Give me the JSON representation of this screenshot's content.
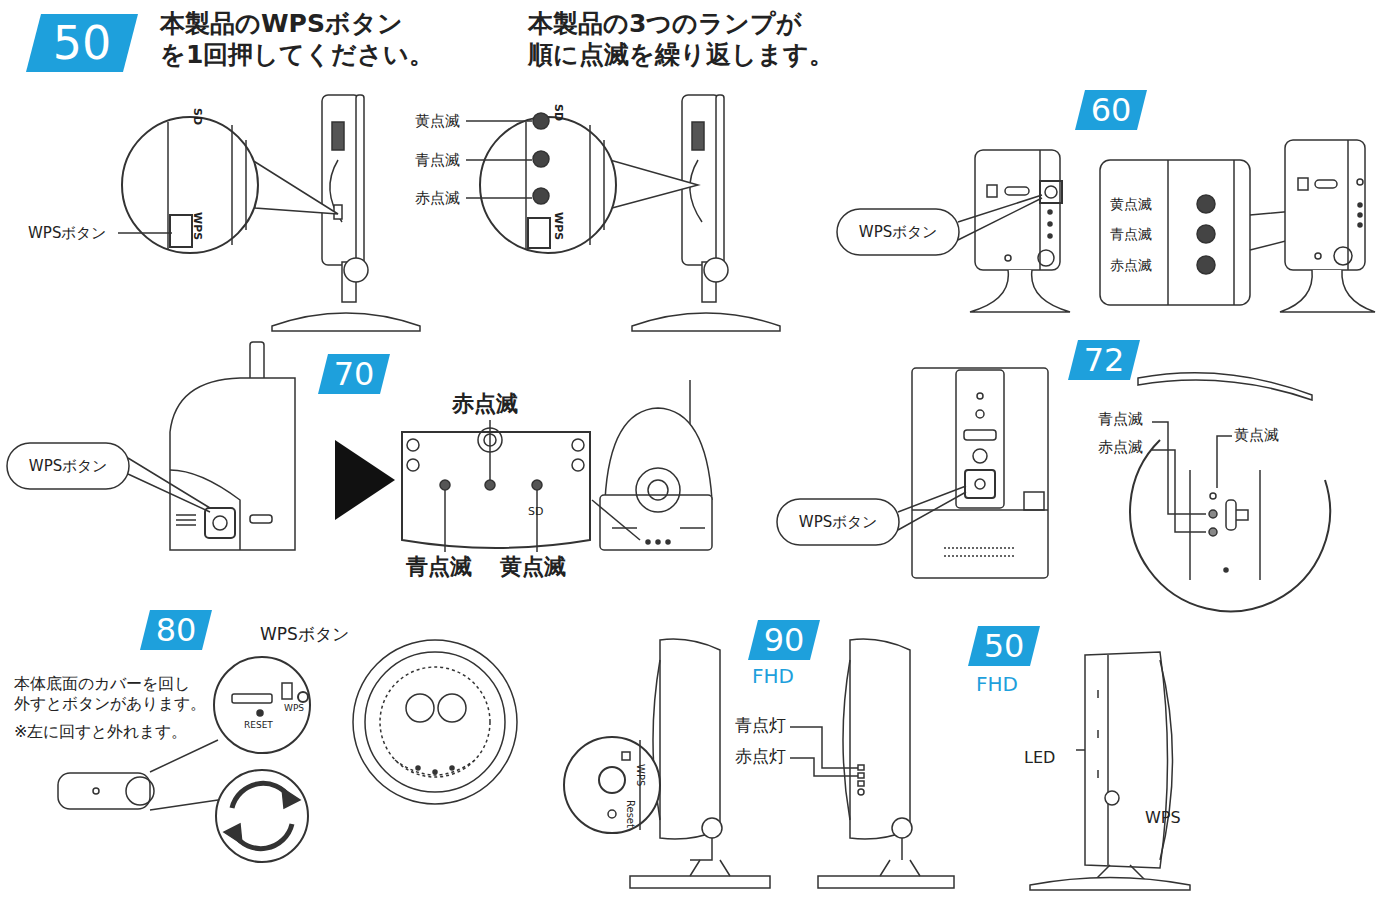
{
  "diagram": {
    "nodes": [
      {
        "text": [
          "50"
        ]
      },
      {
        "text": [
          "60"
        ]
      },
      {
        "text": [
          "WPSボタン"
        ]
      },
      {
        "text": [
          "70"
        ]
      },
      {
        "text": [
          "WPSボタン"
        ]
      },
      {
        "text": [
          "72"
        ]
      },
      {
        "text": [
          "WPSボタン"
        ]
      },
      {
        "text": [
          "80"
        ]
      },
      {
        "text": [
          "90"
        ]
      },
      {
        "text": [
          "50"
        ]
      }
    ],
    "labels": [
      "本製品のWPSボタン を1回押してください。",
      "本製品の3つのランプが 順に点滅を繰り返します。",
      "WPSボタン",
      "SD",
      "WPS",
      "黄点滅",
      "青点滅",
      "赤点滅",
      "SD",
      "WPS",
      "黄点滅",
      "青点滅",
      "赤点滅",
      "赤点滅",
      "青点滅",
      "黄点滅",
      "SD",
      "青点滅",
      "赤点滅",
      "黄点滅",
      "WPSボタン",
      "本体底面のカバーを回し 外すとボタンがあります。",
      "※左に回すと外れます。",
      "WPS",
      "RESET",
      "FHD",
      "青点灯",
      "赤点灯",
      "WPS",
      "Reset",
      "FHD",
      "LED",
      "WPS"
    ]
  }
}
